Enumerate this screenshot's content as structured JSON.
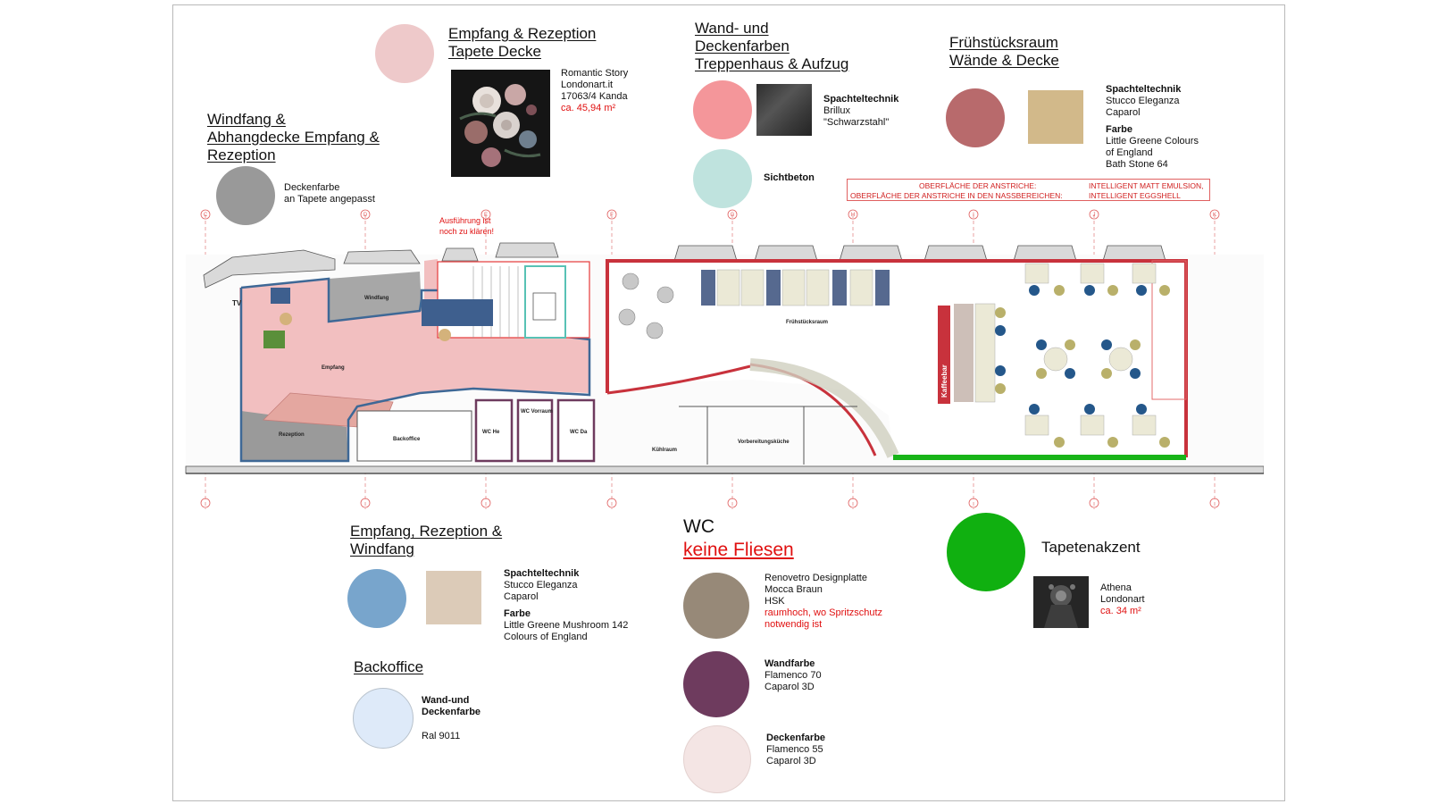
{
  "colors": {
    "empfang_tapete": "#eec9ca",
    "windfang_decke": "#999999",
    "treppenhaus_wand": "#f4969a",
    "sichtbeton": "#bfe3de",
    "fruehstueck_wand": "#b86a6c",
    "stucco_caparol": "#d2b98a",
    "empfang_spachtel": "#78a5cc",
    "mushroom": "#dccbb8",
    "backoffice": "#deeaf9",
    "wc_mocca": "#978978",
    "wc_flamenco70": "#6e3b5e",
    "wc_flamenco55": "#f4e5e4",
    "tapetenakzent": "#10b010",
    "plan_red": "#c8323c",
    "plan_blue": "#3e6896",
    "plan_green": "#18b418"
  },
  "sections": {
    "empfang_tapete": {
      "title": [
        "Empfang & Rezeption",
        "Tapete Decke"
      ],
      "lines": [
        "Romantic Story",
        "Londonart.it",
        "17063/4 Kanda"
      ],
      "area": "ca. 45,94 m²",
      "icon": "floral-wallpaper-thumbnail"
    },
    "windfang": {
      "title": [
        "Windfang &",
        "Abhangdecke Empfang &",
        "Rezeption"
      ],
      "lines": [
        "Deckenfarbe",
        "an Tapete angepasst"
      ]
    },
    "treppenhaus": {
      "title": [
        "Wand- und",
        "Deckenfarben",
        "Treppenhaus & Aufzug"
      ],
      "spachtel_label": "Spachteltechnik",
      "spachtel_lines": [
        "Brillux",
        "\"Schwarzstahl\""
      ],
      "sichtbeton": "Sichtbeton",
      "icon": "black-steel-texture-thumbnail"
    },
    "fruehstueck": {
      "title": [
        "Frühstücksraum",
        "Wände & Decke"
      ],
      "spachtel_label": "Spachteltechnik",
      "spachtel_lines": [
        "Stucco Eleganza",
        "Caparol"
      ],
      "farbe_label": "Farbe",
      "farbe_lines": [
        "Little Greene Colours",
        "of England",
        "Bath Stone 64"
      ]
    },
    "notes": {
      "label1": "OBERFLÄCHE DER ANSTRICHE:",
      "value1": "INTELLIGENT MATT EMULSION,",
      "label2": "OBERFLÄCHE DER ANSTRICHE IN DEN NASSBEREICHEN:",
      "value2": "INTELLIGENT EGGSHELL"
    },
    "empfang_windfang": {
      "title": [
        "Empfang, Rezeption &",
        "Windfang"
      ],
      "spachtel_label": "Spachteltechnik",
      "spachtel_lines": [
        "Stucco Eleganza",
        "Caparol"
      ],
      "farbe_label": "Farbe",
      "farbe_lines": [
        "Little Greene Mushroom 142",
        "Colours of England"
      ]
    },
    "backoffice": {
      "title": "Backoffice",
      "label": [
        "Wand-und",
        "Deckenfarbe"
      ],
      "value": "Ral 9011"
    },
    "wc": {
      "title": "WC",
      "subtitle": "keine Fliesen",
      "item1": [
        "Renovetro Designplatte",
        "Mocca Braun",
        "HSK"
      ],
      "item1_note": [
        "raumhoch, wo Spritzschutz",
        "notwendig ist"
      ],
      "item2_label": "Wandfarbe",
      "item2_lines": [
        "Flamenco 70",
        "Caparol 3D"
      ],
      "item3_label": "Deckenfarbe",
      "item3_lines": [
        "Flamenco 55",
        "Caparol 3D"
      ]
    },
    "tapetenakzent": {
      "title": "Tapetenakzent",
      "lines": [
        "Athena",
        "Londonart"
      ],
      "area": "ca. 34 m²",
      "icon": "athena-wallpaper-thumbnail"
    }
  },
  "plan": {
    "rooms": {
      "windfang": "Windfang",
      "empfang": "Empfang",
      "rezeption": "Rezeption",
      "backoffice": "Backoffice",
      "wc_he": "WC He",
      "wc_vorraum": "WC Vorraum",
      "wc_da": "WC Da",
      "kuehlraum": "Kühlraum",
      "vorbereitungskueche": "Vorbereitungsküche",
      "fruehstuecksraum": "Frühstücksraum",
      "kaffeebar": "Kaffeebar",
      "tv": "TV"
    },
    "annotation": [
      "Ausführung ist",
      "noch zu klären!"
    ],
    "axes": [
      "C",
      "D",
      "E",
      "F",
      "G",
      "H",
      "I",
      "J",
      "K"
    ]
  }
}
